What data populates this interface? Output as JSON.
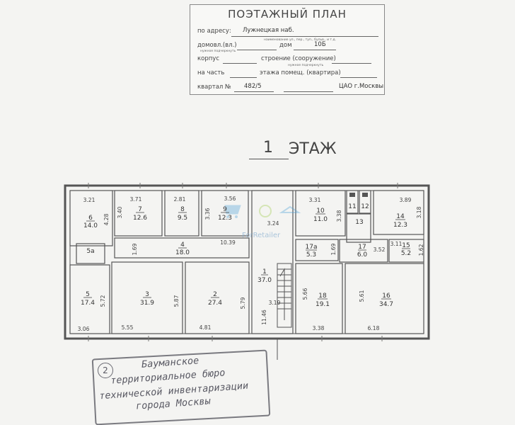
{
  "header": {
    "title": "ПОЭТАЖНЫЙ ПЛАН",
    "address_label": "по адресу:",
    "address_value": "Лужнецкая наб.",
    "address_note": "наименование ул., пер., туп., бульв., и т.д.",
    "house_label": "домовл.(вл.)",
    "house_note": "нужное подчеркнуть",
    "dom_label": "дом",
    "dom_value": "10Б",
    "korpus_label": "корпус",
    "stroenie_label": "строение (сооружение)",
    "stroenie_note": "нужное подчеркнуть",
    "chast_label": "на часть",
    "etazh_label": "этажа помещ. (квартира)",
    "kvartal_label": "квартал №",
    "kvartal_value": "482/5",
    "district": "ЦАО г.Москвы"
  },
  "floor": {
    "number": "1",
    "label": "ЭТАЖ"
  },
  "watermark": {
    "text": "ForRetailer"
  },
  "rooms": [
    {
      "id": "6",
      "area": "14.0"
    },
    {
      "id": "7",
      "area": "12.6"
    },
    {
      "id": "8",
      "area": "9.5"
    },
    {
      "id": "9",
      "area": "12.3"
    },
    {
      "id": "10",
      "area": "11.0"
    },
    {
      "id": "11",
      "area": ""
    },
    {
      "id": "12",
      "area": ""
    },
    {
      "id": "13",
      "area": ""
    },
    {
      "id": "14",
      "area": "12.3"
    },
    {
      "id": "5а",
      "area": ""
    },
    {
      "id": "4",
      "area": "18.0"
    },
    {
      "id": "17а",
      "area": "5.3"
    },
    {
      "id": "17",
      "area": "6.0"
    },
    {
      "id": "15",
      "area": "5.2"
    },
    {
      "id": "5",
      "area": "17.4"
    },
    {
      "id": "3",
      "area": "31.9"
    },
    {
      "id": "2",
      "area": "27.4"
    },
    {
      "id": "1",
      "area": "37.0"
    },
    {
      "id": "18",
      "area": "19.1"
    },
    {
      "id": "16",
      "area": "34.7"
    }
  ],
  "dimensions": [
    "3.21",
    "3.71",
    "2.81",
    "3.56",
    "3.31",
    "3.89",
    "4.28",
    "3.40",
    "3.36",
    "3.24",
    "3.38",
    "3.18",
    "1.69",
    "10.39",
    "1.69",
    "3.52",
    "3.11",
    "1.62",
    "5.72",
    "5.87",
    "5.79",
    "5.66",
    "5.61",
    "3.19",
    "11.46",
    "3.06",
    "5.55",
    "4.81",
    "3.38",
    "6.18"
  ],
  "stamp": {
    "number": "2",
    "line1": "Бауманское",
    "line2": "территориальное бюро",
    "line3": "технической инвентаризации",
    "line4": "города Москвы"
  }
}
